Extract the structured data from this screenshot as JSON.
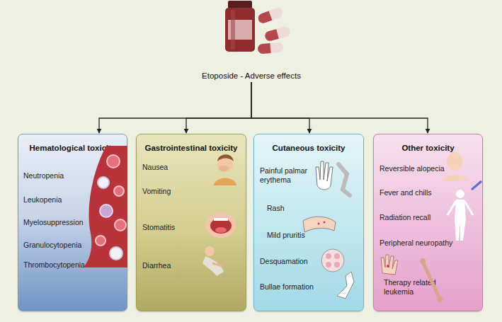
{
  "diagram": {
    "nodes": [
      {
        "text": [
          "Etoposide - Adverse effects"
        ]
      },
      {
        "text": [
          "Hematological toxicity",
          "Neutropenia",
          "Leukopenia",
          "Myelosuppression",
          "Granulocytopenia",
          "Thrombocytopenia"
        ]
      },
      {
        "text": [
          "Gastrointestinal toxicity",
          "Nausea",
          "Vomiting",
          "Stomatitis",
          "Diarrhea"
        ]
      },
      {
        "text": [
          "Cutaneous toxicity",
          "Painful palmar erythema",
          "Rash",
          "Mild pruritis",
          "Desquamation",
          "Bullae formation"
        ]
      },
      {
        "text": [
          "Other toxicity",
          "Reversible alopecia",
          "Fever and chills",
          "Radiation recall",
          "Peripheral neuropathy",
          "Therapy related leukemia"
        ]
      }
    ],
    "edges": [
      {
        "from": 0,
        "to": 1,
        "arrow": "to"
      },
      {
        "from": 0,
        "to": 2,
        "arrow": "to"
      },
      {
        "from": 0,
        "to": 3,
        "arrow": "to"
      },
      {
        "from": 0,
        "to": 4,
        "arrow": "to"
      }
    ]
  }
}
